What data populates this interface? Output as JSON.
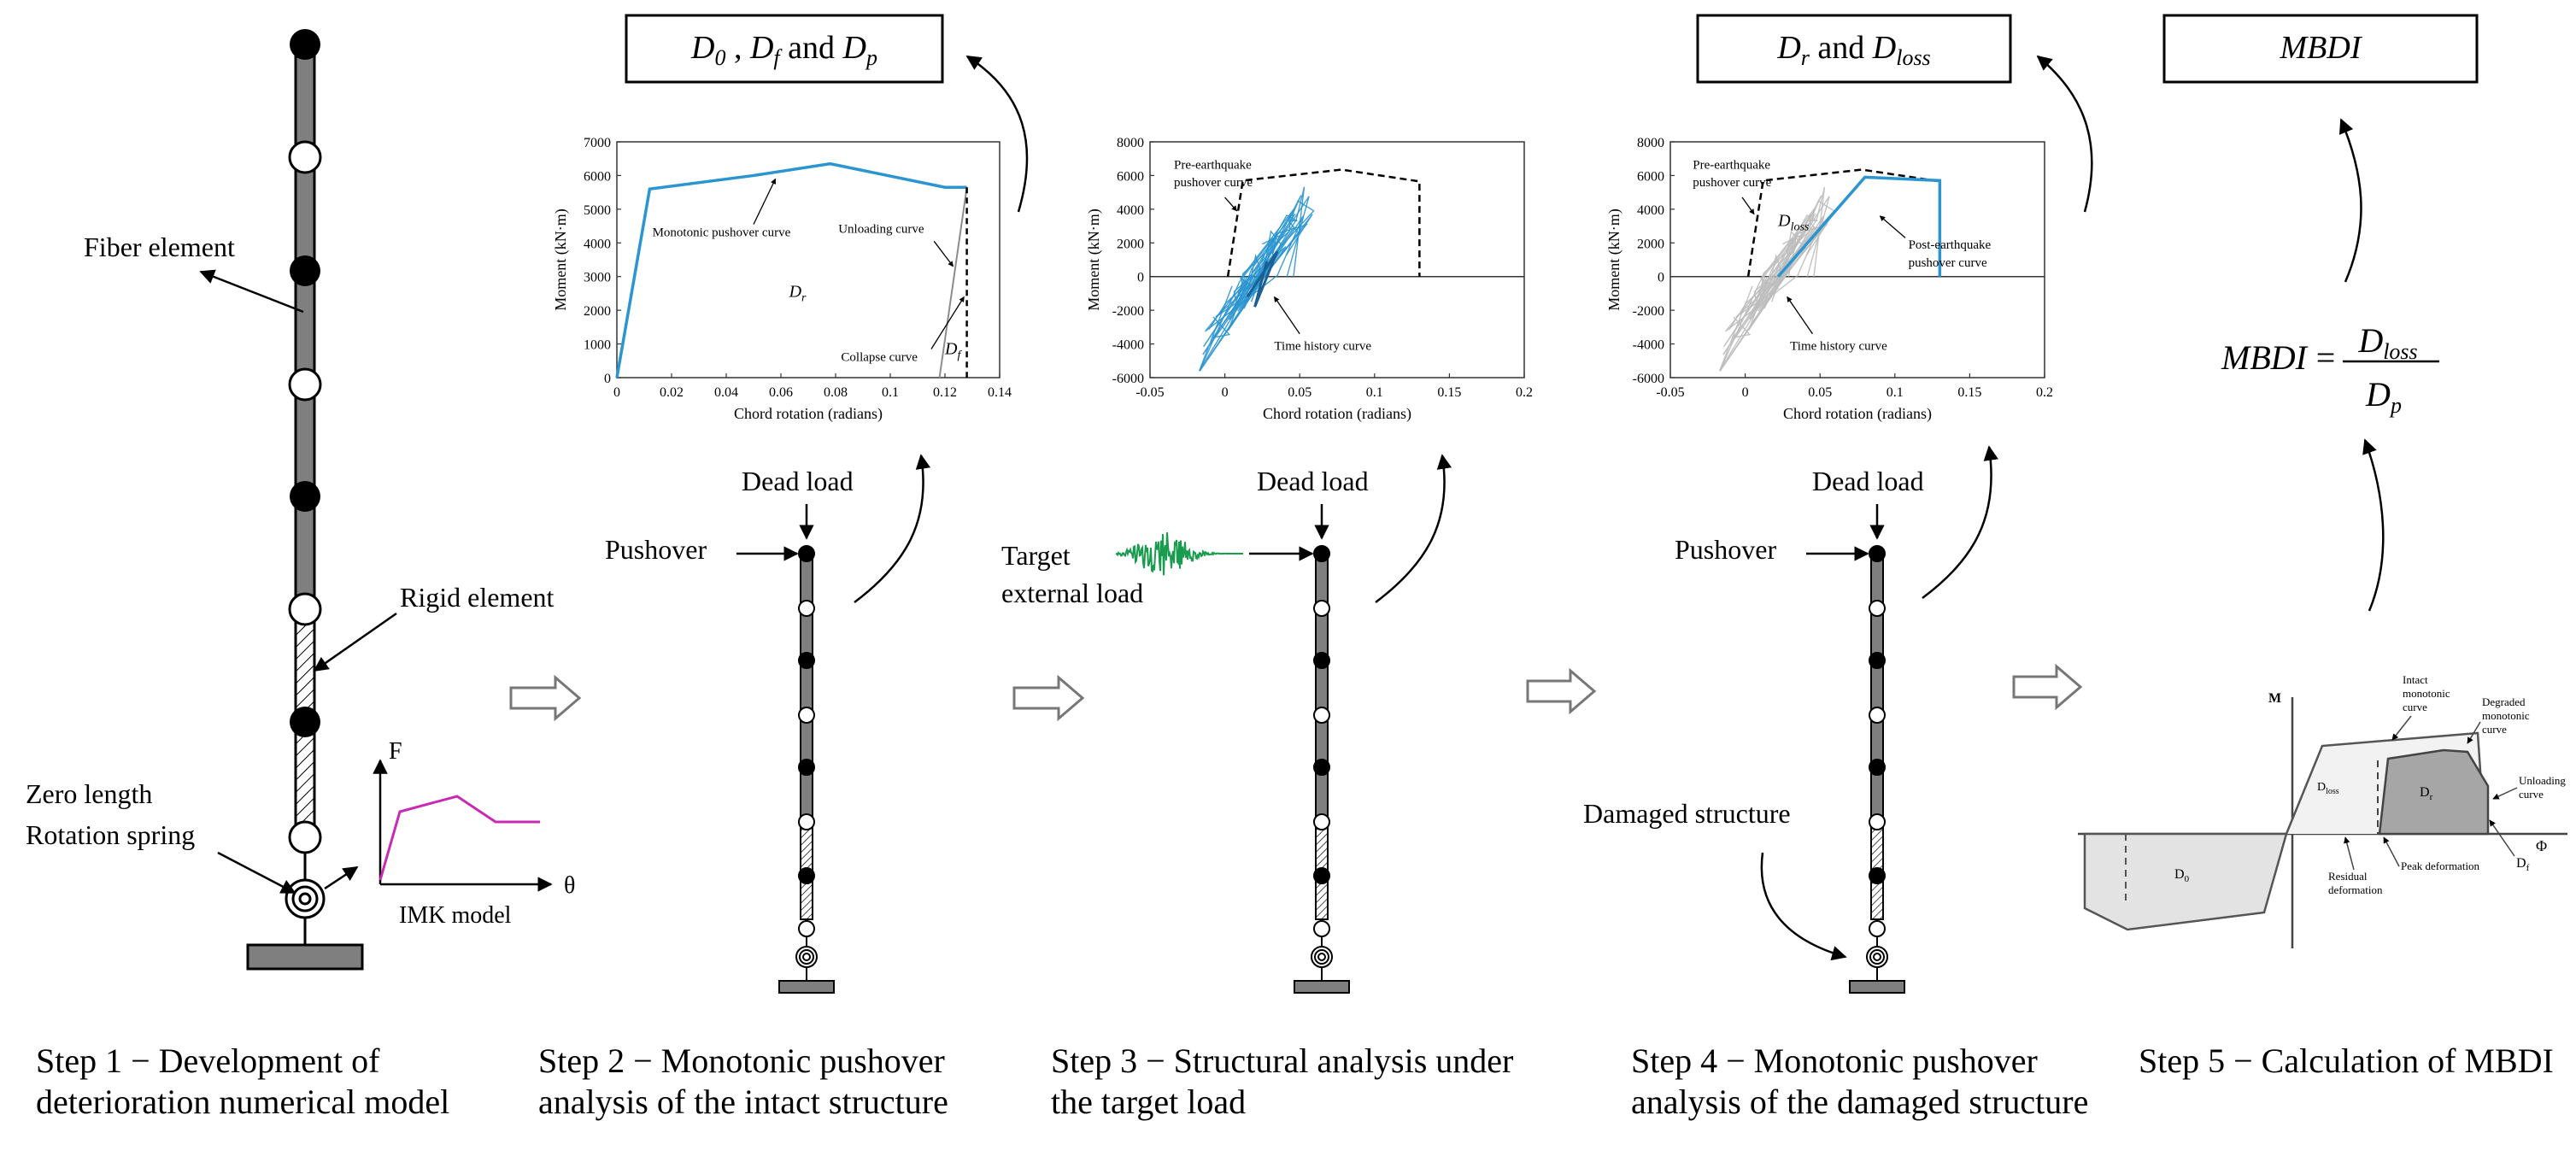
{
  "step1": {
    "fiber_label": "Fiber element",
    "rigid_label": "Rigid element",
    "spring_label_1": "Zero length",
    "spring_label_2": "Rotation spring",
    "imk_y": "F",
    "imk_x": "θ",
    "imk_label": "IMK model"
  },
  "boxes": {
    "b1_D": "D",
    "b1_0": "0",
    "b1_comma1": " , ",
    "b1_f": "f",
    "b1_and": " and ",
    "b1_p": "p",
    "b2_D": "D",
    "b2_r": "r",
    "b2_and": " and ",
    "b2_loss": "loss",
    "b3": "MBDI"
  },
  "charts": [
    {
      "type": "line",
      "ylabel": "Moment (kN·m)",
      "xlabel": "Chord rotation (radians)",
      "yticks": [
        "0",
        "1000",
        "2000",
        "3000",
        "4000",
        "5000",
        "6000",
        "7000"
      ],
      "xticks": [
        "0",
        "0.02",
        "0.04",
        "0.06",
        "0.08",
        "0.1",
        "0.12",
        "0.14"
      ],
      "xlim": [
        0,
        0.14
      ],
      "ylim": [
        0,
        7000
      ],
      "annotations": {
        "pushover": "Monotonic pushover curve",
        "unloading": "Unloading curve",
        "collapse": "Collapse curve",
        "Dr_D": "D",
        "Dr_r": "r",
        "Df_D": "D",
        "Df_f": "f"
      },
      "series": [
        {
          "values": [
            [
              0,
              0
            ],
            [
              0.012,
              5600
            ],
            [
              0.05,
              6000
            ],
            [
              0.078,
              6350
            ],
            [
              0.12,
              5650
            ],
            [
              0.128,
              5650
            ]
          ]
        },
        {
          "values": [
            [
              0.128,
              5650
            ],
            [
              0.118,
              0
            ]
          ]
        },
        {
          "values": [
            [
              0.128,
              5650
            ],
            [
              0.128,
              0
            ]
          ]
        }
      ]
    },
    {
      "type": "line",
      "ylabel": "Moment (kN·m)",
      "xlabel": "Chord rotation (radians)",
      "yticks": [
        "-6000",
        "-4000",
        "-2000",
        "0",
        "2000",
        "4000",
        "6000",
        "8000"
      ],
      "xticks": [
        "-0.05",
        "0",
        "0.05",
        "0.1",
        "0.15",
        "0.2"
      ],
      "xlim": [
        -0.05,
        0.2
      ],
      "ylim": [
        -6000,
        8000
      ],
      "annotations": {
        "pre1": "Pre-earthquake",
        "pre2": "pushover curve",
        "th": "Time history curve"
      },
      "series": [
        {
          "values": [
            [
              0.002,
              0
            ],
            [
              0.012,
              5700
            ],
            [
              0.078,
              6350
            ],
            [
              0.13,
              5650
            ],
            [
              0.13,
              0
            ]
          ]
        }
      ]
    },
    {
      "type": "line",
      "ylabel": "Moment (kN·m)",
      "xlabel": "Chord rotation (radians)",
      "yticks": [
        "-6000",
        "-4000",
        "-2000",
        "0",
        "2000",
        "4000",
        "6000",
        "8000"
      ],
      "xticks": [
        "-0.05",
        "0",
        "0.05",
        "0.1",
        "0.15",
        "0.2"
      ],
      "xlim": [
        -0.05,
        0.2
      ],
      "ylim": [
        -6000,
        8000
      ],
      "annotations": {
        "pre1": "Pre-earthquake",
        "pre2": "pushover curve",
        "Dl_D": "D",
        "Dl_loss": "loss",
        "post1": "Post-earthquake",
        "post2": "pushover curve",
        "th": "Time history curve"
      },
      "series": [
        {
          "values": [
            [
              0.002,
              0
            ],
            [
              0.012,
              5700
            ],
            [
              0.078,
              6350
            ],
            [
              0.13,
              5650
            ],
            [
              0.13,
              0
            ]
          ]
        },
        {
          "values": [
            [
              0.022,
              0
            ],
            [
              0.08,
              5900
            ],
            [
              0.13,
              5700
            ],
            [
              0.13,
              0
            ]
          ]
        }
      ]
    }
  ],
  "labels": {
    "dead_load": "Dead load",
    "pushover": "Pushover",
    "target1": "Target",
    "target2": "external load",
    "damaged": "Damaged structure"
  },
  "formula": {
    "lhs": "MBDI",
    "eq": " = ",
    "num_D": "D",
    "num_sub": "loss",
    "den_D": "D",
    "den_sub": "p"
  },
  "schematic": {
    "M": "M",
    "phi": "Φ",
    "intact1": "Intact",
    "intact2": "monotonic",
    "intact3": "curve",
    "deg1": "Degraded",
    "deg2": "monotonic",
    "deg3": "curve",
    "unl1": "Unloading",
    "unl2": "curve",
    "dloss": "D",
    "dloss_sub": "loss",
    "dr": "D",
    "dr_sub": "r",
    "df": "D",
    "df_sub": "f",
    "d0": "D",
    "d0_sub": "0",
    "peak": "Peak deformation",
    "res1": "Residual",
    "res2": "deformation"
  },
  "steps": [
    {
      "line1": "Step 1 − Development of",
      "line2": "deterioration numerical model"
    },
    {
      "line1": "Step 2 − Monotonic pushover",
      "line2": "analysis of the intact structure"
    },
    {
      "line1": "Step 3 − Structural analysis under",
      "line2": "the target load"
    },
    {
      "line1": "Step 4 − Monotonic pushover",
      "line2": "analysis of the damaged structure"
    },
    {
      "line1": "Step 5 − Calculation of MBDI",
      "line2": ""
    }
  ]
}
